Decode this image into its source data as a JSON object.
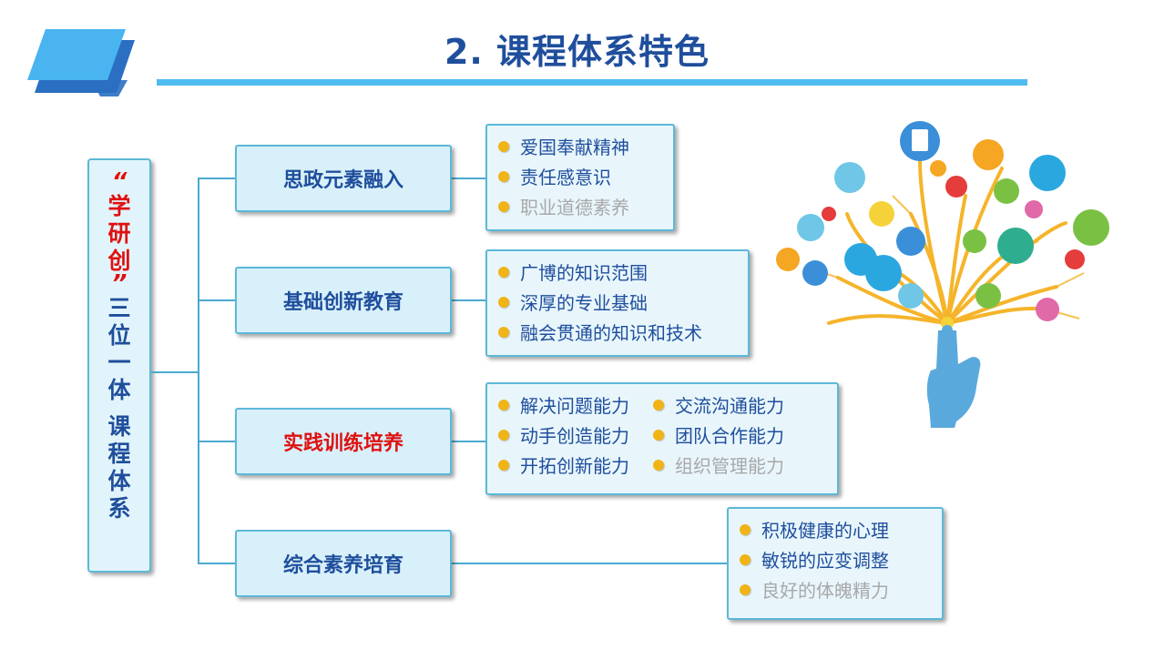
{
  "page": {
    "title": "2. 课程体系特色"
  },
  "vertical_panel": {
    "quote_open": "“",
    "highlight": [
      "学",
      "研",
      "创"
    ],
    "quote_close": "”",
    "rest": [
      "三",
      "位",
      "一",
      "体",
      "课",
      "程",
      "体",
      "系"
    ]
  },
  "sections": [
    {
      "category": "思政元素融入",
      "items": [
        {
          "text": "爱国奉献精神",
          "dim": false
        },
        {
          "text": "责任感意识",
          "dim": false
        },
        {
          "text": "职业道德素养",
          "dim": true
        }
      ]
    },
    {
      "category": "基础创新教育",
      "items": [
        {
          "text": "广博的知识范围",
          "dim": false
        },
        {
          "text": "深厚的专业基础",
          "dim": false
        },
        {
          "text": "融会贯通的知识和技术",
          "dim": false
        }
      ]
    },
    {
      "category": "实践训练培养",
      "col1": [
        {
          "text": "解决问题能力",
          "dim": false
        },
        {
          "text": "动手创造能力",
          "dim": false
        },
        {
          "text": "开拓创新能力",
          "dim": false
        }
      ],
      "col2": [
        {
          "text": "交流沟通能力",
          "dim": false
        },
        {
          "text": "团队合作能力",
          "dim": false
        },
        {
          "text": "组织管理能力",
          "dim": true
        }
      ]
    },
    {
      "category": "综合素养培育",
      "items": [
        {
          "text": "积极健康的心理",
          "dim": false
        },
        {
          "text": "敏锐的应变调整",
          "dim": false
        },
        {
          "text": "良好的体魄精力",
          "dim": true
        }
      ]
    }
  ],
  "colors": {
    "title": "#1f4e9c",
    "accent_red": "#e01010",
    "box_border": "#5cb8d8",
    "bullet": "#f0b416",
    "rule": "#4ebcf0"
  },
  "illustration": {
    "icon": "tech-tree-hand-icon"
  }
}
